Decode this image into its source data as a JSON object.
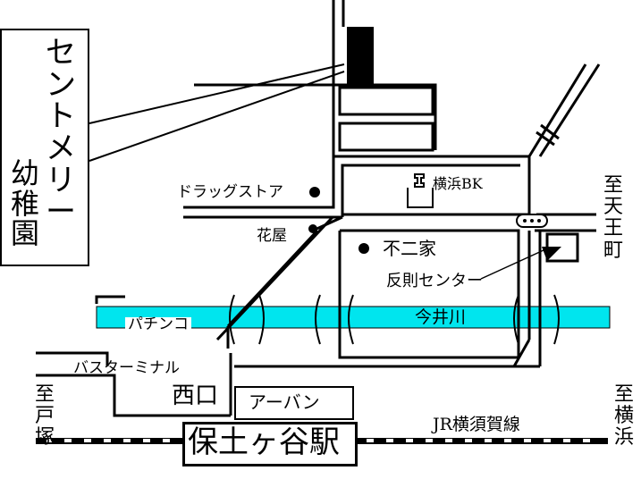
{
  "kindergarten": {
    "name_chars": [
      "セ",
      "ン",
      "ト",
      "メ",
      "リ",
      "ー",
      "幼",
      "稚",
      "園"
    ]
  },
  "landmarks": {
    "drugstore": "ドラッグストア",
    "florist": "花屋",
    "bank": "横浜BK",
    "fujiya": "不二家",
    "resale_center": "反則センター",
    "pachinko": "パチンコ",
    "bus_terminal": "バスターミナル",
    "west_exit": "西口",
    "urban": "アーバン",
    "station": "保土ヶ谷駅",
    "river": "今井川",
    "railway": "JR横須賀線"
  },
  "directions": {
    "tennocho": [
      "至",
      "天",
      "王",
      "町"
    ],
    "yokohama": [
      "至",
      "横",
      "浜"
    ],
    "totsuka": [
      "至",
      "戸",
      "塚"
    ]
  },
  "colors": {
    "river": "#00e5ee",
    "ink": "#000000",
    "background": "#ffffff"
  }
}
